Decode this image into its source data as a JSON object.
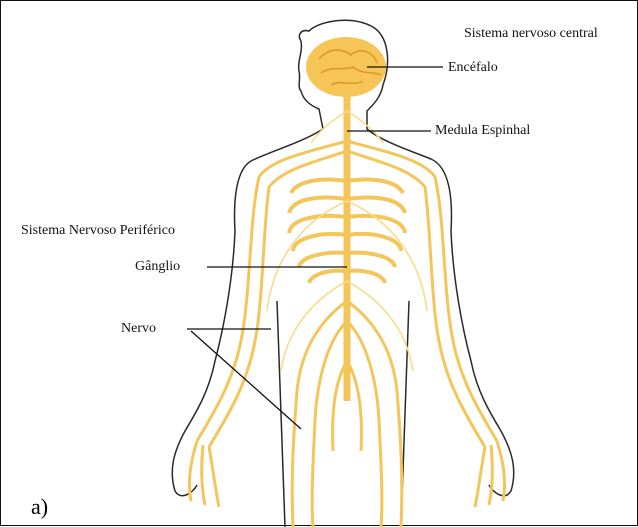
{
  "labels": {
    "central_system": "Sistema nervoso central",
    "brain": "Encéfalo",
    "spinal_cord": "Medula Espinhal",
    "peripheral_system": "Sistema Nervoso Periférico",
    "ganglion": "Gânglio",
    "nerve": "Nervo",
    "panel": "a)"
  },
  "colors": {
    "nerve": "#f4c65a",
    "nerve_light": "#f9dc8a",
    "brain": "#f7c458",
    "outline": "#2a2a2a",
    "leader": "#111111"
  }
}
